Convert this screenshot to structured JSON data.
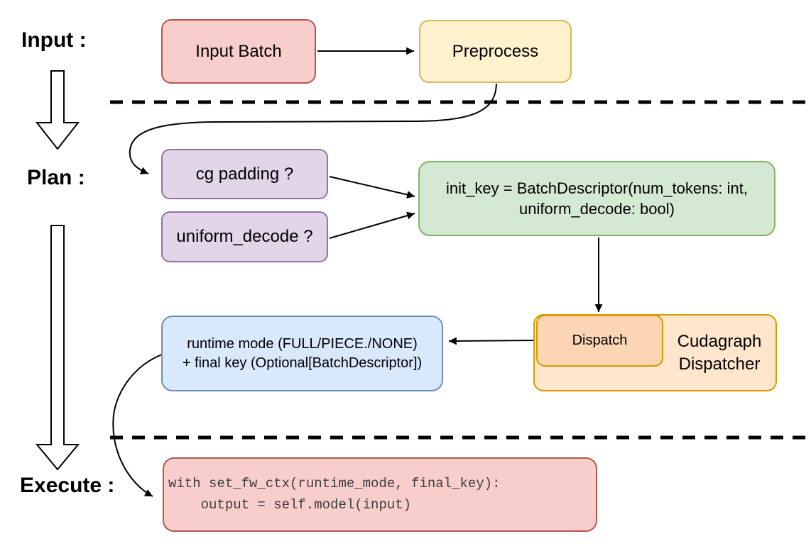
{
  "palette": {
    "red_fill": "#f8cecc",
    "red_stroke": "#b85450",
    "yellow_fill": "#fff2cc",
    "yellow_stroke": "#d6b656",
    "purple_fill": "#e1d5e7",
    "purple_stroke": "#9673a6",
    "green_fill": "#d5e8d4",
    "green_stroke": "#82b366",
    "orange_fill": "#ffe6cc",
    "orange_inner_fill": "#fcd5b5",
    "orange_stroke": "#d79b00",
    "blue_fill": "#dae8fc",
    "blue_stroke": "#6c8ebf",
    "line_color": "#000000",
    "code_text": "#3d3d3d"
  },
  "stages": {
    "input_label": "Input :",
    "plan_label": "Plan :",
    "execute_label": "Execute :"
  },
  "nodes": {
    "input_batch": "Input Batch",
    "preprocess": "Preprocess",
    "cg_padding": "cg padding ?",
    "uniform_decode": "uniform_decode ?",
    "init_key_line1": "init_key = BatchDescriptor(num_tokens: int,",
    "init_key_line2": "uniform_decode: bool)",
    "runtime_line1": "runtime mode (FULL/PIECE./NONE)",
    "runtime_line2": "+ final key (Optional[BatchDescriptor])",
    "dispatch": "Dispatch",
    "dispatcher_line1": "Cudagraph",
    "dispatcher_line2": "Dispatcher",
    "code_line1": "with set_fw_ctx(runtime_mode, final_key):",
    "code_line2": "    output = self.model(input)"
  }
}
